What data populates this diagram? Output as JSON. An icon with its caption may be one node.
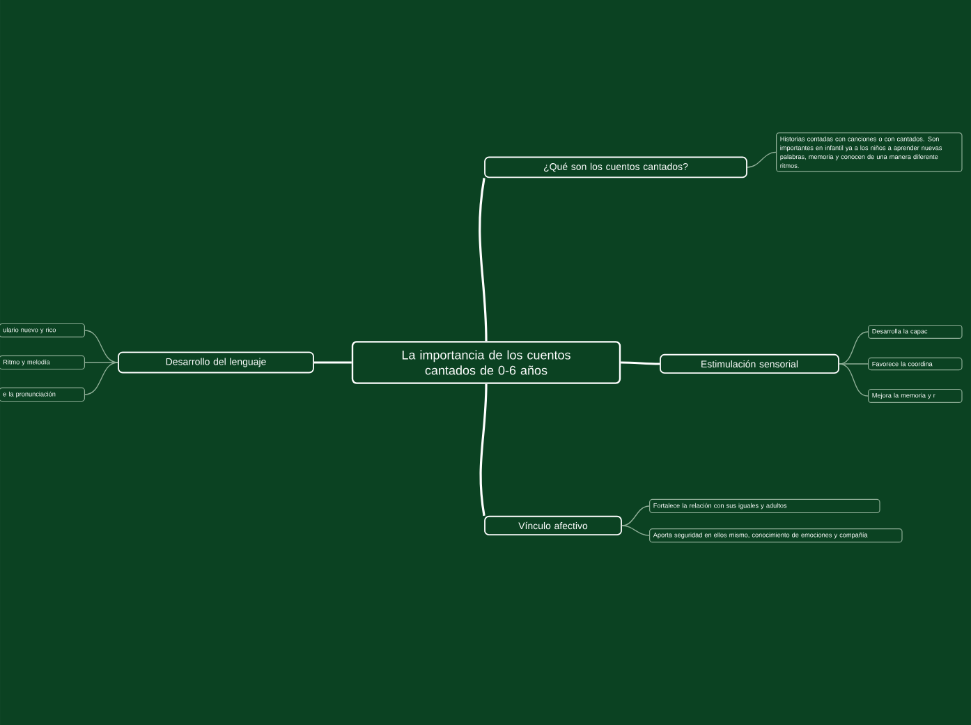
{
  "diagram": {
    "nodes": [
      {
        "text": [
          "La importancia de los cuentos cantados de 0-6 años"
        ]
      },
      {
        "text": [
          "¿Qué son los cuentos cantados?"
        ]
      },
      {
        "text": [
          "Historias contadas con canciones o con cantados. Son importantes en infantil ya a los niños a aprender nuevas palabras, memoria y conocen de una manera diferente ritmos."
        ]
      },
      {
        "text": [
          "Estimulación sensorial"
        ]
      },
      {
        "text": [
          "Desarrolla la capac"
        ]
      },
      {
        "text": [
          "Favorece la coordina"
        ]
      },
      {
        "text": [
          "Mejora la memoria y r"
        ]
      },
      {
        "text": [
          "Vínculo afectivo"
        ]
      },
      {
        "text": [
          "Fortalece la relación con sus iguales y adultos"
        ]
      },
      {
        "text": [
          "Aporta seguridad en ellos mismo, conocimiento de emociones y compañía"
        ]
      },
      {
        "text": [
          "Desarrollo del lenguaje"
        ]
      },
      {
        "text": [
          "ulario nuevo y rico"
        ]
      },
      {
        "text": [
          "Ritmo y melodía"
        ]
      },
      {
        "text": [
          "e la pronunciación"
        ]
      }
    ],
    "edges": [
      {
        "from": 0,
        "to": 1,
        "arrow": "none",
        "color": "#ffffff"
      },
      {
        "from": 1,
        "to": 2,
        "arrow": "none"
      },
      {
        "from": 0,
        "to": 3,
        "arrow": "none",
        "color": "#ffffff"
      },
      {
        "from": 3,
        "to": 4,
        "arrow": "none"
      },
      {
        "from": 3,
        "to": 5,
        "arrow": "none"
      },
      {
        "from": 3,
        "to": 6,
        "arrow": "none"
      },
      {
        "from": 0,
        "to": 7,
        "arrow": "none",
        "color": "#ffffff"
      },
      {
        "from": 7,
        "to": 8,
        "arrow": "none"
      },
      {
        "from": 7,
        "to": 9,
        "arrow": "none"
      },
      {
        "from": 0,
        "to": 10,
        "arrow": "none",
        "color": "#ffffff"
      },
      {
        "from": 10,
        "to": 11,
        "arrow": "none"
      },
      {
        "from": 10,
        "to": 12,
        "arrow": "none"
      },
      {
        "from": 10,
        "to": 13,
        "arrow": "none"
      }
    ]
  }
}
